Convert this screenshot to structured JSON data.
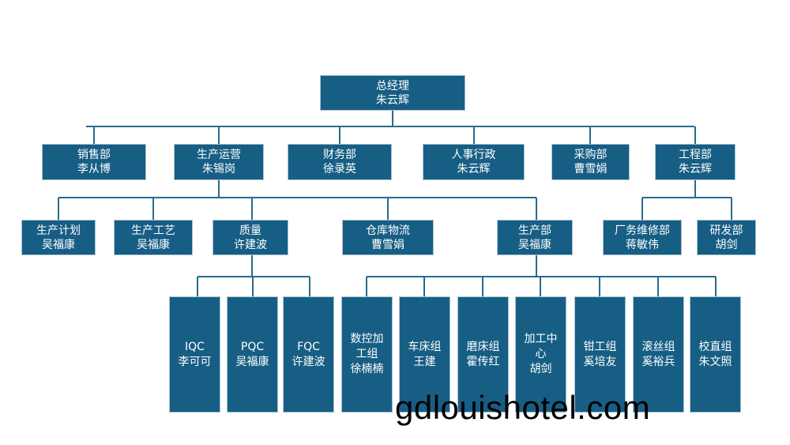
{
  "root": {
    "title": "总经理",
    "name": "朱云辉"
  },
  "level1": [
    {
      "title": "销售部",
      "name": "李从博"
    },
    {
      "title": "生产运营",
      "name": "朱锡岗"
    },
    {
      "title": "财务部",
      "name": "徐录英"
    },
    {
      "title": "人事行政",
      "name": "朱云辉"
    },
    {
      "title": "采购部",
      "name": "曹雪娟"
    },
    {
      "title": "工程部",
      "name": "朱云辉"
    }
  ],
  "level2": [
    {
      "title": "生产计划",
      "name": "吴福康"
    },
    {
      "title": "生产工艺",
      "name": "吴福康"
    },
    {
      "title": "质量",
      "name": "许建波"
    },
    {
      "title": "仓库物流",
      "name": "曹雪娟"
    },
    {
      "title": "生产部",
      "name": "吴福康"
    },
    {
      "title": "厂务维修部",
      "name": "蒋敏伟"
    },
    {
      "title": "研发部",
      "name": "胡剑"
    }
  ],
  "level3": [
    {
      "title": "IQC",
      "name": "李可可"
    },
    {
      "title": "PQC",
      "name": "吴福康"
    },
    {
      "title": "FQC",
      "name": "许建波"
    },
    {
      "title": "数控加工组",
      "name": "徐楠楠"
    },
    {
      "title": "车床组",
      "name": "王建"
    },
    {
      "title": "磨床组",
      "name": "霍传红"
    },
    {
      "title": "加工中心",
      "name": "胡剑"
    },
    {
      "title": "钳工组",
      "name": "奚培友"
    },
    {
      "title": "滚丝组",
      "name": "奚裕兵"
    },
    {
      "title": "校直组",
      "name": "朱文照"
    }
  ],
  "watermark": "gdlouishotel.com"
}
